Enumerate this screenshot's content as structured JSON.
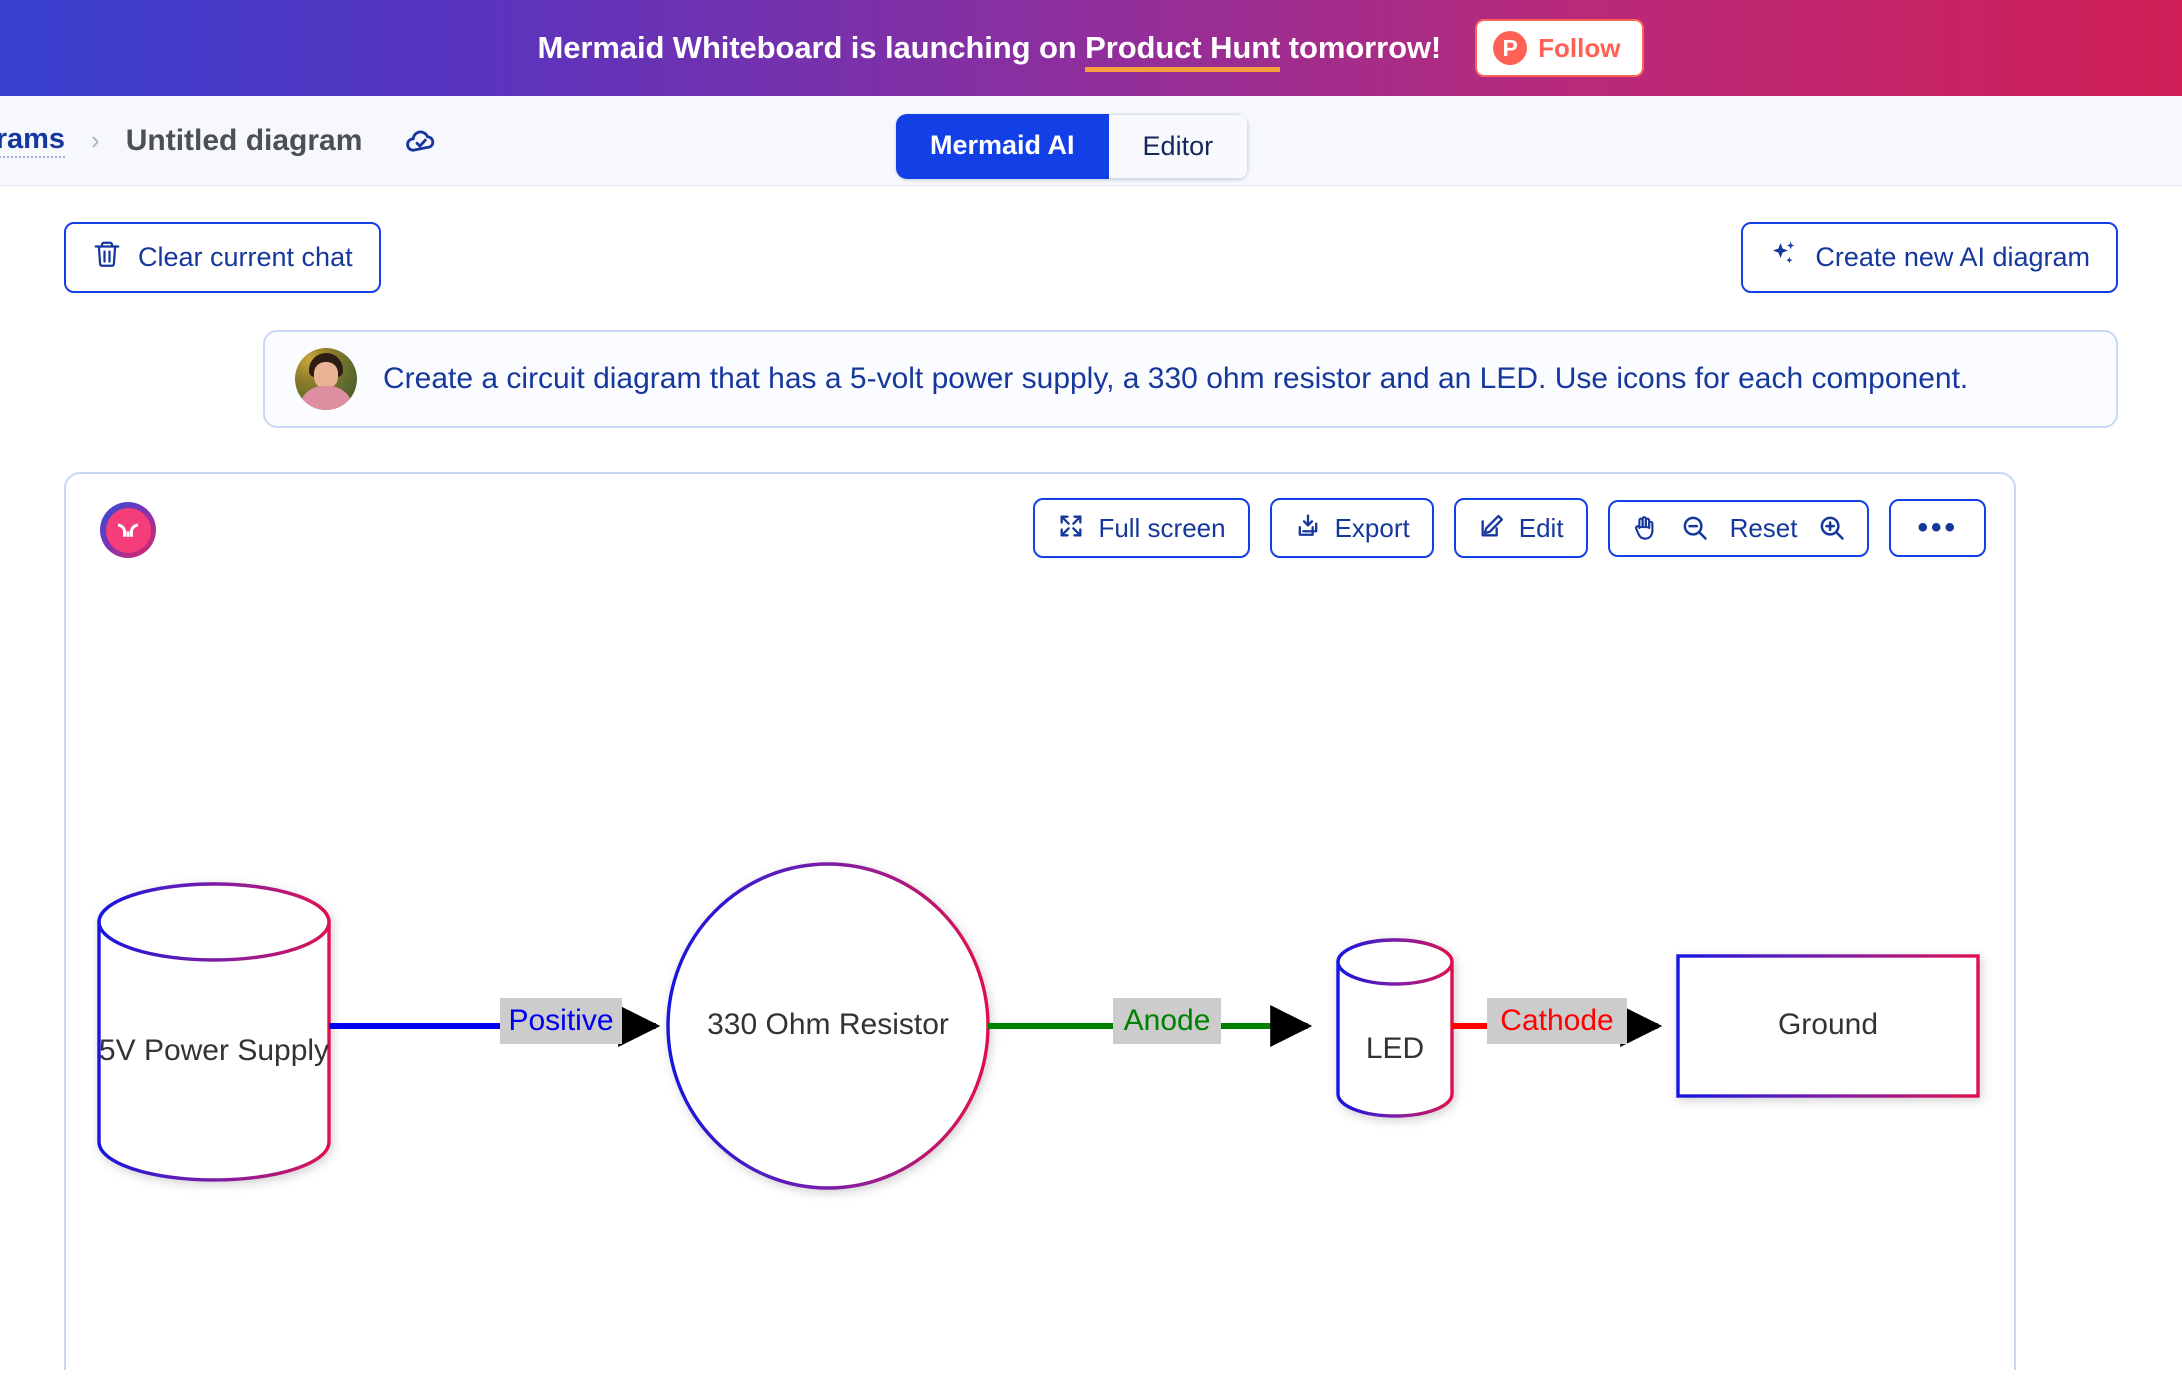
{
  "banner": {
    "text_before": "Mermaid Whiteboard is launching on ",
    "link_text": "Product Hunt",
    "text_after": " tomorrow!",
    "follow_label": "Follow",
    "ph_logo_letter": "P",
    "accent_underline": "#f5a03c",
    "follow_color": "#ff6154"
  },
  "topbar": {
    "breadcrumb_link": "grams",
    "breadcrumb_separator": "›",
    "title": "Untitled diagram",
    "save_icon": "cloud-check-icon",
    "tabs": [
      {
        "label": "Mermaid AI",
        "active": true
      },
      {
        "label": "Editor",
        "active": false
      }
    ],
    "active_tab_color": "#1340e6"
  },
  "actions": {
    "clear_chat_label": "Clear current chat",
    "clear_chat_icon": "trash-icon",
    "create_diagram_label": "Create new AI diagram",
    "create_diagram_icon": "sparkles-icon"
  },
  "chat": {
    "message": "Create a circuit diagram that has a 5-volt power supply, a 330 ohm resistor and an LED. Use icons for each component.",
    "avatar": "user-avatar"
  },
  "diagram_toolbar": {
    "logo": "mermaid-logo",
    "full_screen_label": "Full screen",
    "full_screen_icon": "expand-icon",
    "export_label": "Export",
    "export_icon": "download-icon",
    "edit_label": "Edit",
    "edit_icon": "pencil-square-icon",
    "pan_icon": "hand-icon",
    "zoom_out_icon": "zoom-out-icon",
    "reset_label": "Reset",
    "zoom_in_icon": "zoom-in-icon",
    "more_label": "•••"
  },
  "chart_data": {
    "type": "diagram",
    "diagram_kind": "flowchart-lr",
    "title": "Circuit diagram",
    "nodes": [
      {
        "id": "power",
        "label": "5V Power Supply",
        "shape": "cylinder"
      },
      {
        "id": "resistor",
        "label": "330 Ohm Resistor",
        "shape": "circle"
      },
      {
        "id": "led",
        "label": "LED",
        "shape": "cylinder"
      },
      {
        "id": "ground",
        "label": "Ground",
        "shape": "rectangle"
      }
    ],
    "edges": [
      {
        "from": "power",
        "to": "resistor",
        "label": "Positive",
        "color": "#0000ee"
      },
      {
        "from": "resistor",
        "to": "led",
        "label": "Anode",
        "color": "#008000"
      },
      {
        "from": "led",
        "to": "ground",
        "label": "Cathode",
        "color": "#ff0000"
      }
    ],
    "node_stroke_gradient": [
      "#1414e0",
      "#e01050"
    ],
    "node_fill": "#ffffff",
    "node_text_color": "#333333",
    "edge_label_bg": "#cccccc"
  }
}
